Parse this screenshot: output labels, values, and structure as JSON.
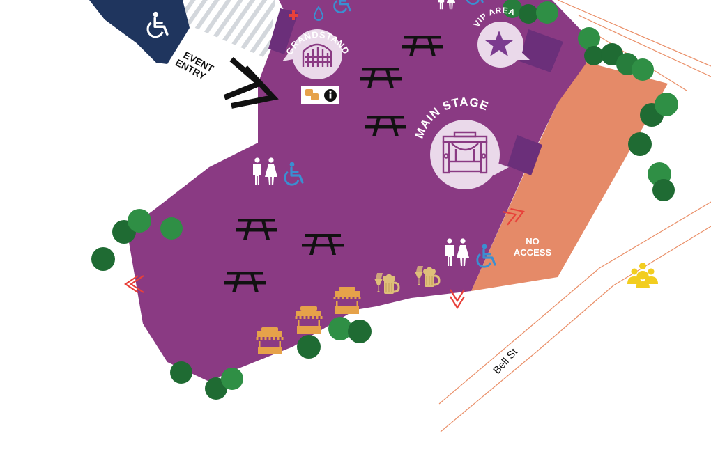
{
  "colors": {
    "background": "#ffffff",
    "venue_fill": "#8a3a83",
    "no_access_fill": "#e58a68",
    "tree_dark": "#1f6b33",
    "tree_light": "#2f8f45",
    "tree_mid": "#277d3c",
    "road_line": "#ea8f68",
    "parking_fill": "#1f355e",
    "hatch": "#cfd3d8",
    "circle_fill": "#ead9ea",
    "icon_purple": "#8a3a83",
    "star": "#7b3b8f",
    "gate_fill": "#6b2f7a",
    "table_black": "#111111",
    "toilet_white": "#ffffff",
    "access_blue": "#3a8fd1",
    "arrow_red": "#e8413a",
    "stall_orange": "#e6a24a",
    "drinks_tan": "#dfbf7a",
    "crowd_yellow": "#f2cd1f",
    "firstaid_red": "#e8413a",
    "water_blue": "#3a8fd1",
    "info_black": "#111111"
  },
  "labels": {
    "event_entry_line1": "EVENT",
    "event_entry_line2": "ENTRY",
    "grandstand": "GRANDSTAND",
    "vip_area": "VIP AREA",
    "main_stage": "MAIN STAGE",
    "no_access_line1": "NO",
    "no_access_line2": "ACCESS",
    "street": "Bell St"
  },
  "icons": {
    "accessible_parking": "wheelchair-icon",
    "grandstand": "grandstand-seating-icon",
    "vip": "star-icon",
    "main_stage": "stage-icon",
    "info": "info-icon",
    "first_aid": "first-aid-icon",
    "water": "water-drop-icon",
    "toilets": "toilets-icon",
    "accessible": "wheelchair-icon",
    "picnic_table": "picnic-table-icon",
    "food_stall": "food-stall-icon",
    "drinks": "drinks-icon",
    "crowd": "crowd-icon",
    "direction": "chevron-arrow-icon"
  }
}
